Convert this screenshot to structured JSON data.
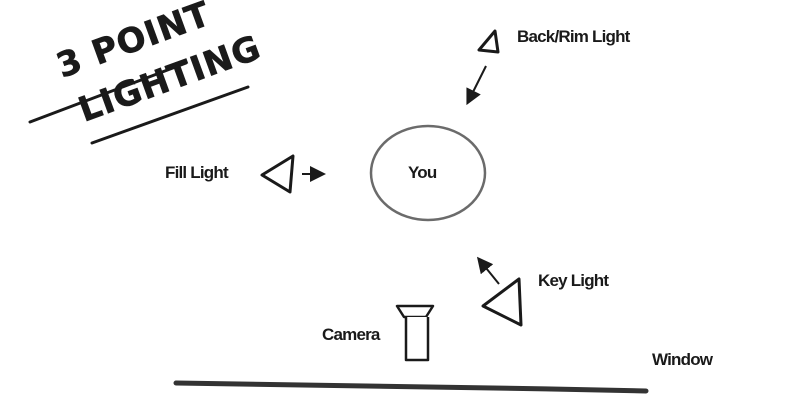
{
  "title": {
    "line1": "3 POINT",
    "line2": "LIGHTING"
  },
  "labels": {
    "back_rim_light": "Back/Rim Light",
    "fill_light": "Fill Light",
    "you": "You",
    "key_light": "Key Light",
    "camera": "Camera",
    "window": "Window"
  },
  "colors": {
    "ink": "#1a1a1a",
    "background": "#ffffff"
  },
  "icons": {
    "back_light": "triangle-light-icon",
    "fill_light": "triangle-light-icon",
    "key_light": "triangle-light-icon",
    "camera": "camera-icon"
  }
}
